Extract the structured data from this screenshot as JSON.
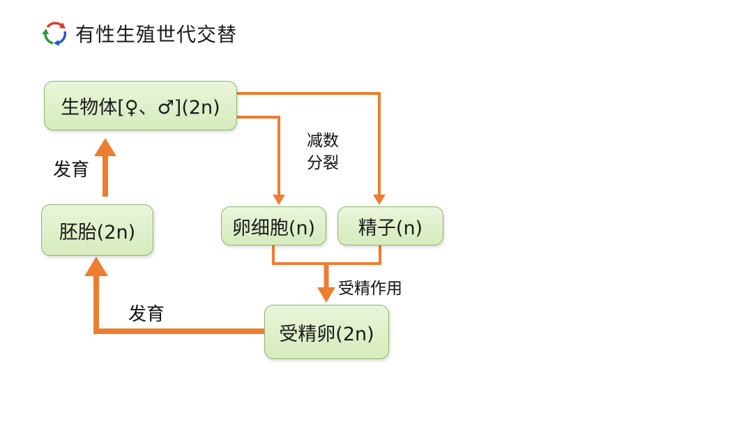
{
  "title": "有性生殖世代交替",
  "nodes": {
    "organism": "生物体[♀、♂](2n)",
    "egg": "卵细胞(n)",
    "sperm": "精子(n)",
    "zygote": "受精卵(2n)",
    "embryo": "胚胎(2n)"
  },
  "labels": {
    "meiosis_line1": "减数",
    "meiosis_line2": "分裂",
    "fertilization": "受精作用",
    "development_1": "发育",
    "development_2": "发育"
  },
  "colors": {
    "arrow": "#ed7d31",
    "node_fill": "#d6ebbd",
    "node_border": "#8bb46a"
  }
}
